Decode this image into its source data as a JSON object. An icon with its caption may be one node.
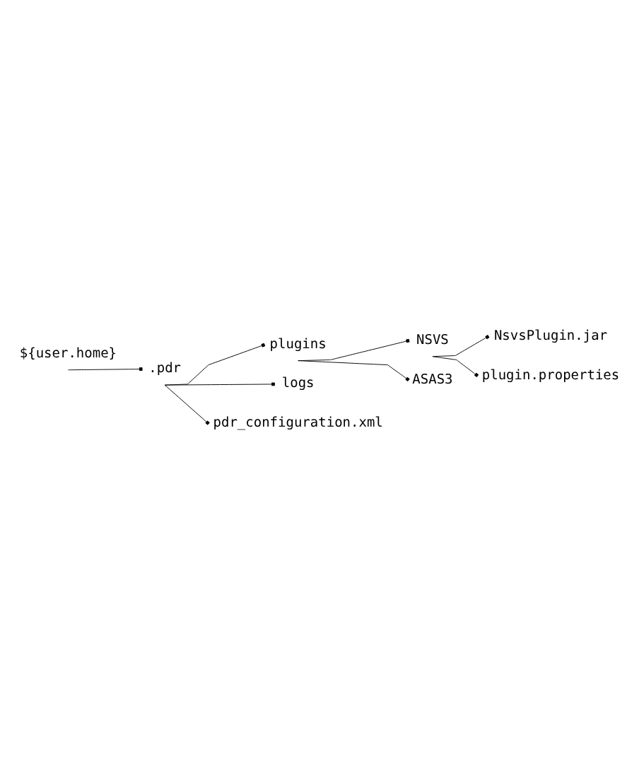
{
  "diagram": {
    "nodes": [
      {
        "text": [
          "${user.home}"
        ]
      },
      {
        "text": [
          ".pdr"
        ]
      },
      {
        "text": [
          "plugins"
        ]
      },
      {
        "text": [
          "NSVS"
        ]
      },
      {
        "text": [
          "NsvsPlugin.jar"
        ]
      },
      {
        "text": [
          "plugin.properties"
        ]
      },
      {
        "text": [
          "ASAS3"
        ]
      },
      {
        "text": [
          "logs"
        ]
      },
      {
        "text": [
          "pdr_configuration.xml"
        ]
      }
    ],
    "edges": [
      {
        "from": 0,
        "to": 1,
        "arrow": "other"
      },
      {
        "from": 1,
        "to": 2,
        "arrow": "other"
      },
      {
        "from": 2,
        "to": 3,
        "arrow": "other"
      },
      {
        "from": 3,
        "to": 4,
        "arrow": "other"
      },
      {
        "from": 3,
        "to": 5,
        "arrow": "other"
      },
      {
        "from": 2,
        "to": 6,
        "arrow": "other"
      },
      {
        "from": 1,
        "to": 7,
        "arrow": "other"
      },
      {
        "from": 1,
        "to": 8,
        "arrow": "other"
      }
    ]
  }
}
